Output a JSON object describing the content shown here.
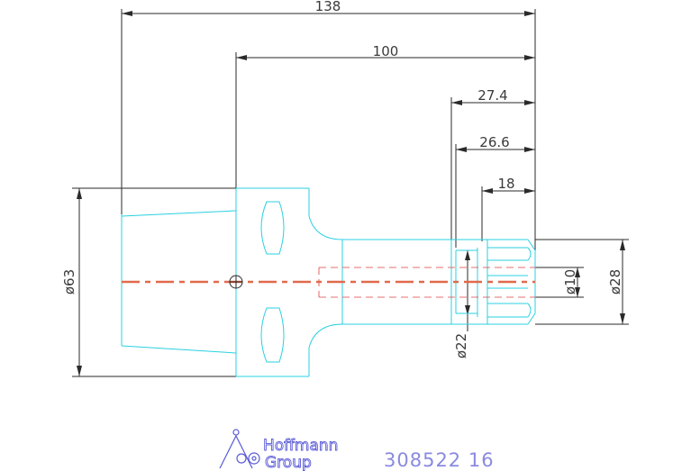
{
  "dimensions": {
    "overall_length": "138",
    "body_length": "100",
    "len_27_4": "27.4",
    "len_26_6": "26.6",
    "len_18": "18",
    "dia_63": "ø63",
    "dia_22": "ø22",
    "dia_10": "ø10",
    "dia_28": "ø28"
  },
  "footer": {
    "logo_line1": "Hoffmann",
    "logo_line2": "Group",
    "part_number": "308522 16"
  },
  "colors": {
    "outline": "#29d0e0",
    "dimension": "#2a2a2a",
    "centerline": "#e06a4a",
    "hidden": "#e04040",
    "logo": "#5b5bd6"
  }
}
